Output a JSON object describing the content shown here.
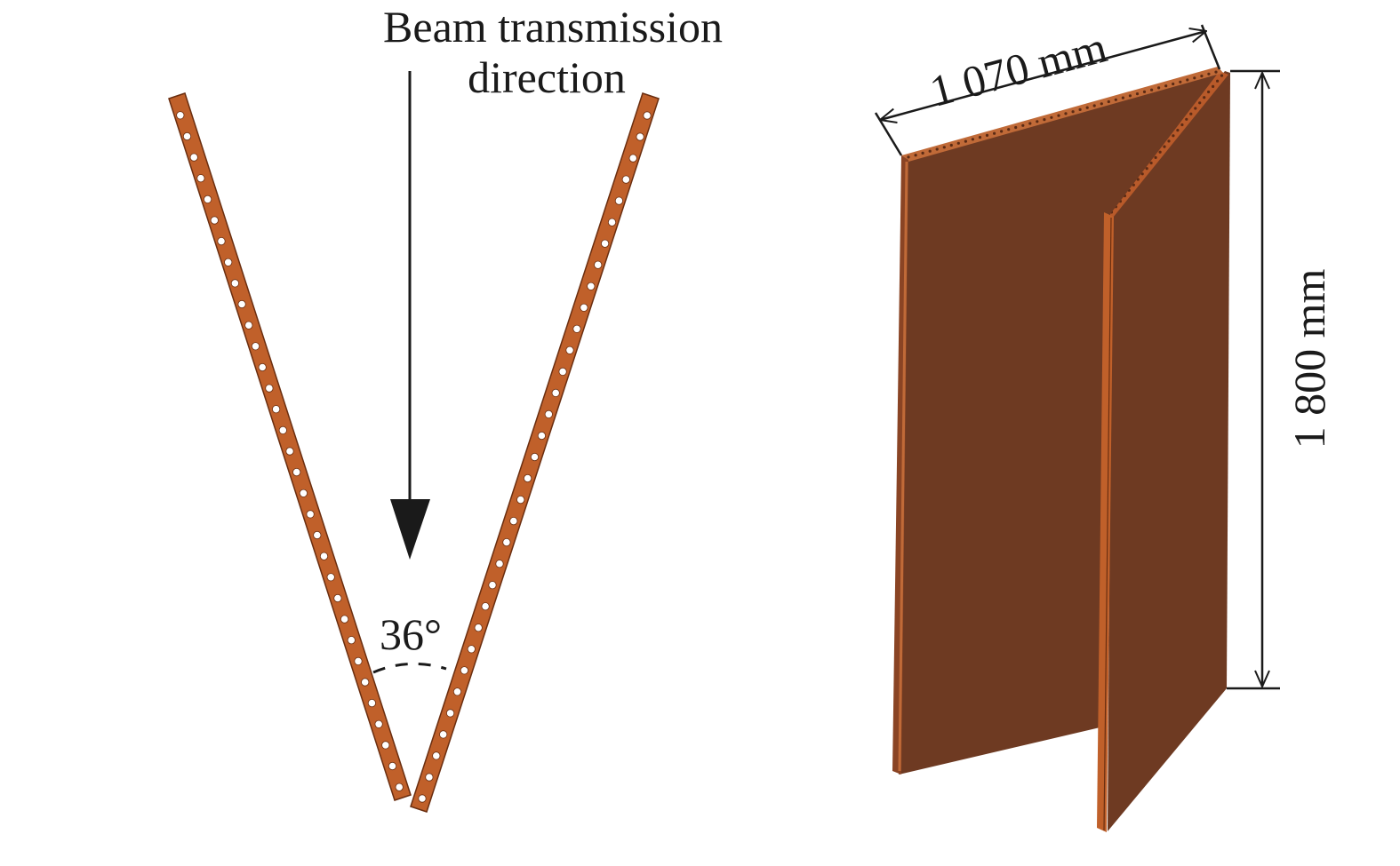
{
  "left_view": {
    "beam_label_line1": "Beam transmission",
    "beam_label_line2": "direction",
    "angle_label": "36°"
  },
  "right_view": {
    "width_label": "1 070 mm",
    "height_label": "1 800 mm"
  },
  "colors": {
    "strip_fill": "#c0602a",
    "strip_edge": "#6a2e10",
    "panel_face": "#6e3a22",
    "panel_edge": "#b85a2a",
    "panel_side": "#8a4424",
    "line": "#1a1a1a"
  }
}
